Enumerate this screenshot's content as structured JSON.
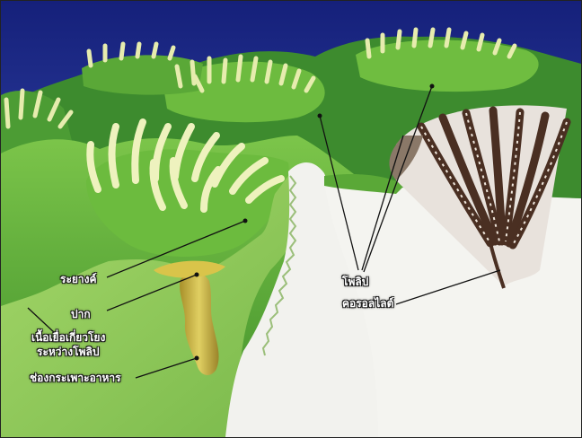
{
  "labels": {
    "tentacle": "ระยางค์",
    "mouth": "ปาก",
    "connecting_tissue_line1": "เนื้อเยื่อเกี่ยวโยง",
    "connecting_tissue_line2": "ระหว่างโพลิป",
    "gastric_cavity": "ช่องกระเพาะอาหาร",
    "polyp": "โพลิป",
    "corallite": "คอรอลไลต์"
  },
  "colors": {
    "sky": "#1c2a86",
    "tissue_green": "#5fb23a",
    "tissue_dark": "#2f7a26",
    "tentacle": "#e9eeb0",
    "skeleton": "#f2f2ee",
    "corallite_brown": "#4a2f22",
    "gut_yellow": "#c9b13a"
  }
}
